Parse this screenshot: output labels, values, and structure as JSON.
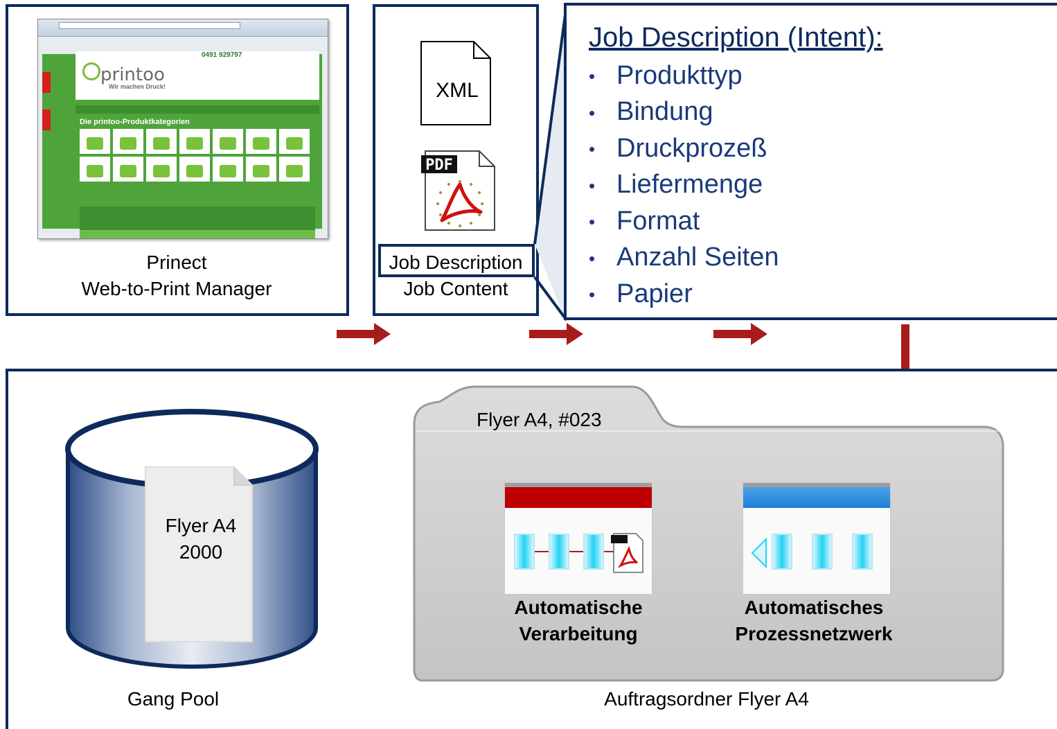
{
  "web_to_print": {
    "caption_line1": "Prinect",
    "caption_line2": "Web-to-Print Manager",
    "screenshot": {
      "phone": "0491 929797",
      "logo_text": "printoo",
      "tagline": "Wir machen Druck!",
      "category_heading": "Die printoo-Produktkategorien"
    }
  },
  "job_files": {
    "xml_label": "XML",
    "pdf_label": "PDF",
    "caption_line1": "Job Description",
    "caption_line2": "Job Content"
  },
  "intent": {
    "title": "Job Description (Intent):",
    "items": [
      "Produkttyp",
      "Bindung",
      "Druckprozeß",
      "Liefermenge",
      "Format",
      "Anzahl Seiten",
      "Papier"
    ]
  },
  "gang_pool": {
    "doc_line1": "Flyer A4",
    "doc_line2": "2000",
    "caption": "Gang Pool"
  },
  "folder": {
    "tab_label": "Flyer A4, #023",
    "caption": "Auftragsordner Flyer A4",
    "app1": {
      "line1": "Automatische",
      "line2": "Verarbeitung",
      "accent": "#c00000"
    },
    "app2": {
      "line1": "Automatisches",
      "line2": "Prozessnetzwerk",
      "accent": "#1e8fe0"
    }
  },
  "colors": {
    "frame": "#0e2a5c",
    "arrow": "#a81c1c",
    "text_blue": "#1a3a7a"
  }
}
